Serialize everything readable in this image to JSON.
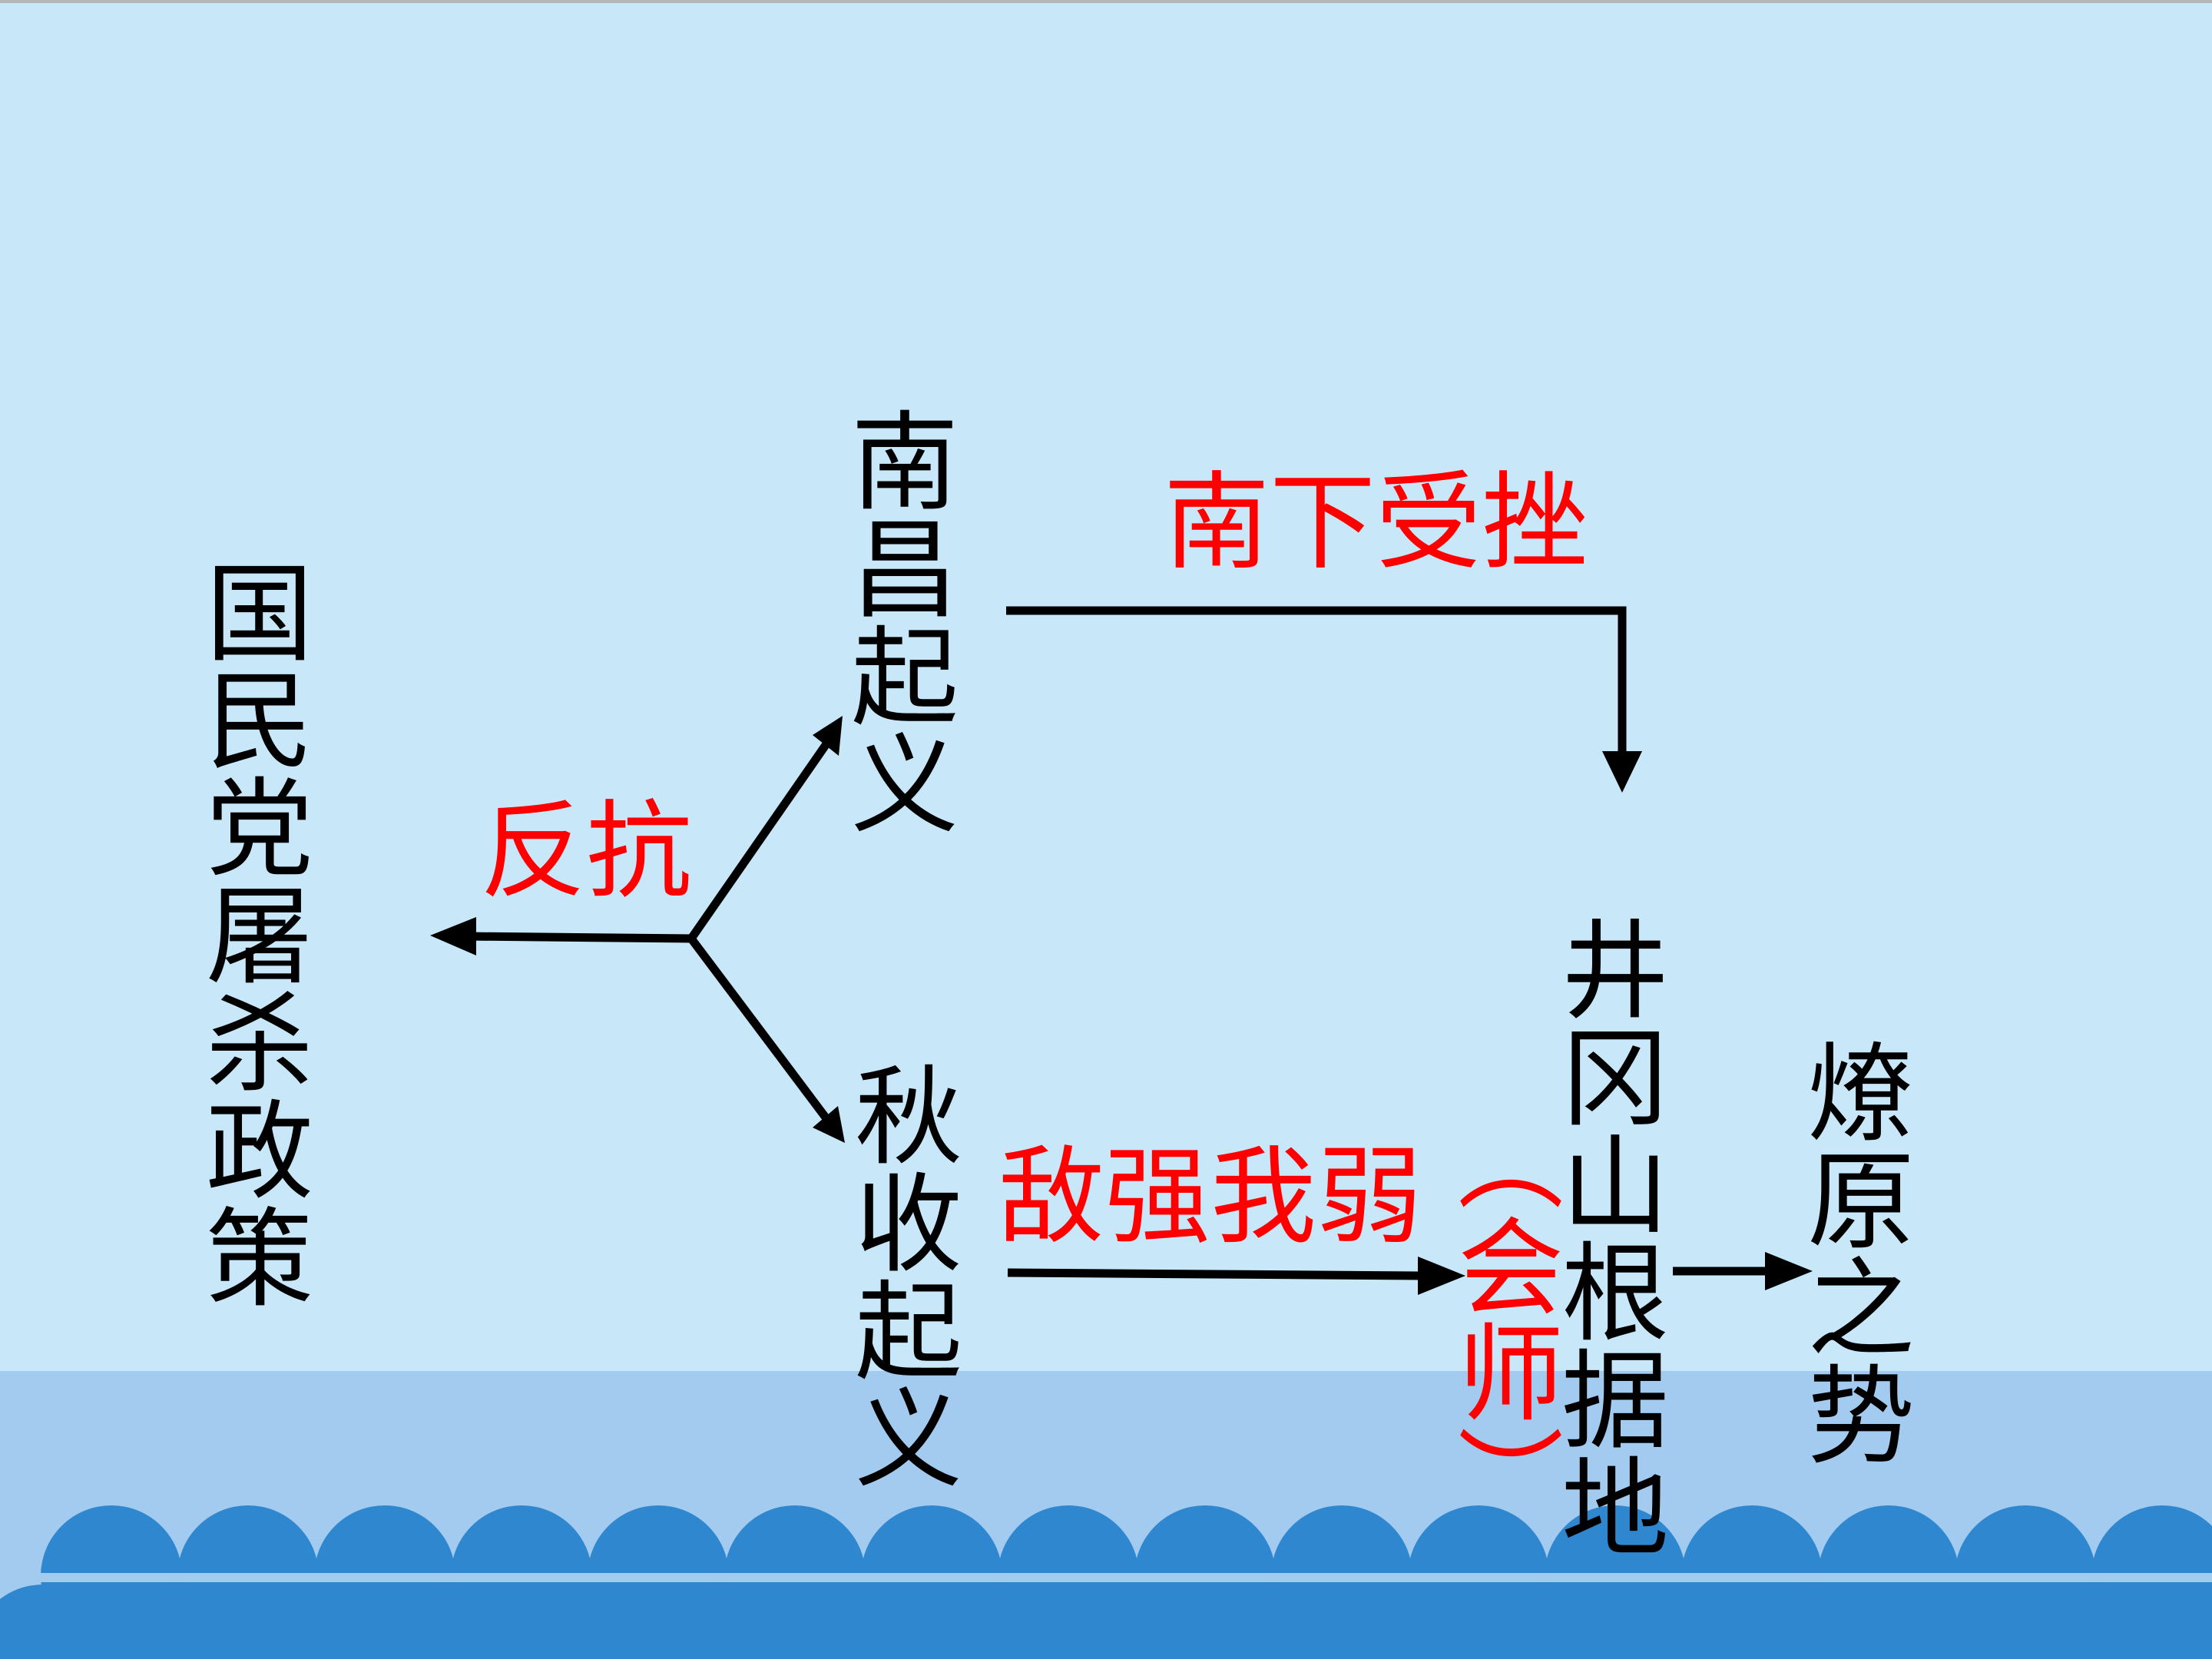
{
  "colors": {
    "sky": "#c8e8fa",
    "sea_top": "#a3cbef",
    "wave": "#2f87cf",
    "arrow": "#000000",
    "red_text": "#ff0000",
    "black_text": "#000000"
  },
  "nodes": {
    "kmt_massacre": "国民党屠杀政策",
    "nanchang_uprising": "南昌起义",
    "autumn_harvest_uprising": "秋收起义",
    "jinggangshan_base": "井冈山根据地",
    "prairie_fire": "燎原之势"
  },
  "labels": {
    "resist": "反抗",
    "south_setback": "南下受挫",
    "enemy_strong": "敌强我弱",
    "meeting": "（会师）"
  }
}
